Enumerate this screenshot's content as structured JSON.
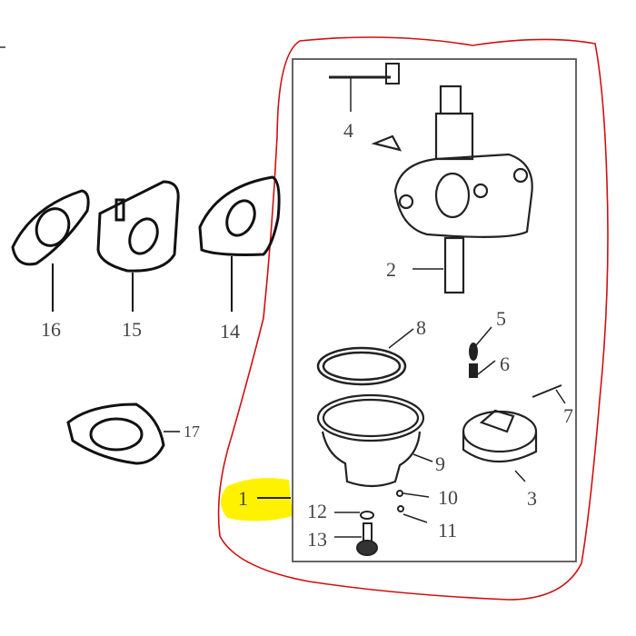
{
  "diagram": {
    "type": "exploded parts diagram",
    "subject": "carburetor assembly",
    "highlight_color": "#fff200",
    "annotation_color": "#d00000",
    "parts": [
      {
        "number": "1",
        "label": "1",
        "highlighted": true
      },
      {
        "number": "2",
        "label": "2"
      },
      {
        "number": "3",
        "label": "3"
      },
      {
        "number": "4",
        "label": "4"
      },
      {
        "number": "5",
        "label": "5"
      },
      {
        "number": "6",
        "label": "6"
      },
      {
        "number": "7",
        "label": "7"
      },
      {
        "number": "8",
        "label": "8"
      },
      {
        "number": "9",
        "label": "9"
      },
      {
        "number": "10",
        "label": "10"
      },
      {
        "number": "11",
        "label": "11"
      },
      {
        "number": "12",
        "label": "12"
      },
      {
        "number": "13",
        "label": "13"
      },
      {
        "number": "14",
        "label": "14"
      },
      {
        "number": "15",
        "label": "15"
      },
      {
        "number": "16",
        "label": "16"
      },
      {
        "number": "17",
        "label": "17"
      }
    ]
  }
}
